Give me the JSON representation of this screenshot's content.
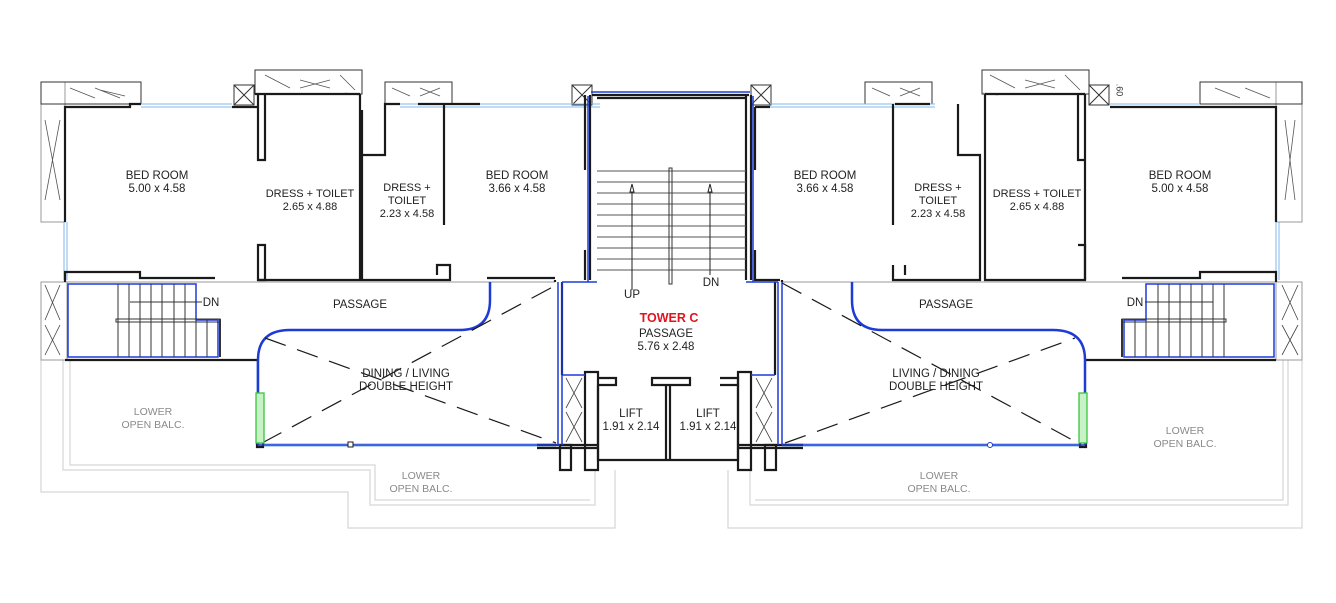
{
  "plan": {
    "title": "TOWER C",
    "colors": {
      "wall": "#1a1a1a",
      "partition_blue": "#1f3bd6",
      "glazing": "#7fb8e8",
      "balcony_outline": "#d8d8d8",
      "title_red": "#e0141e",
      "door_green": "#3cc43c",
      "label_grey": "#8a8a8a"
    },
    "rooms": [
      {
        "id": "bedroom-left-1",
        "name": "BED ROOM",
        "size": "5.00 x 4.58"
      },
      {
        "id": "dress-toilet-left-1",
        "name": "DRESS + TOILET",
        "size": "2.65 x 4.88"
      },
      {
        "id": "dress-toilet-left-2",
        "name_line1": "DRESS +",
        "name_line2": "TOILET",
        "size": "2.23 x 4.58"
      },
      {
        "id": "bedroom-left-2",
        "name": "BED ROOM",
        "size": "3.66 x 4.58"
      },
      {
        "id": "bedroom-right-2",
        "name": "BED ROOM",
        "size": "3.66 x 4.58"
      },
      {
        "id": "dress-toilet-right-2",
        "name_line1": "DRESS +",
        "name_line2": "TOILET",
        "size": "2.23 x 4.58"
      },
      {
        "id": "dress-toilet-right-1",
        "name": "DRESS + TOILET",
        "size": "2.65 x 4.88"
      },
      {
        "id": "bedroom-right-1",
        "name": "BED ROOM",
        "size": "5.00 x 4.58"
      }
    ],
    "passages": {
      "left": "PASSAGE",
      "right": "PASSAGE",
      "center_name": "PASSAGE",
      "center_size": "5.76 x 2.48"
    },
    "double_height": {
      "left_line1": "DINING / LIVING",
      "left_line2": "DOUBLE HEIGHT",
      "right_line1": "LIVING / DINING",
      "right_line2": "DOUBLE HEIGHT"
    },
    "lifts": [
      {
        "name": "LIFT",
        "size": "1.91 x 2.14"
      },
      {
        "name": "LIFT",
        "size": "1.91 x 2.14"
      }
    ],
    "stairs": {
      "main_up": "UP",
      "main_dn": "DN",
      "left_dn": "DN",
      "right_dn": "DN"
    },
    "balconies": [
      {
        "line1": "LOWER",
        "line2": "OPEN BALC."
      },
      {
        "line1": "LOWER",
        "line2": "OPEN BALC."
      },
      {
        "line1": "LOWER",
        "line2": "OPEN BALC."
      },
      {
        "line1": "LOWER",
        "line2": "OPEN BALC."
      }
    ],
    "dimension_note": ".60"
  }
}
